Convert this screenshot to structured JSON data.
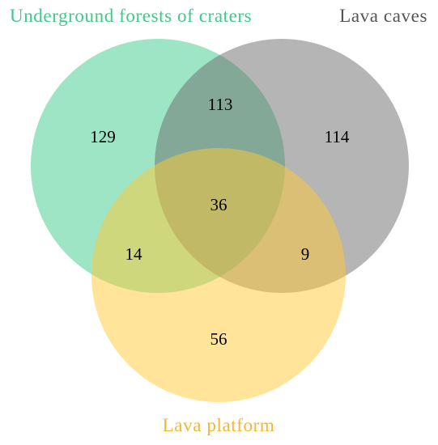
{
  "venn": {
    "sets": [
      {
        "key": "forests",
        "name": "Underground forests of craters",
        "color": "#3ccc8a",
        "label_color": "#3fc98a"
      },
      {
        "key": "caves",
        "name": "Lava caves",
        "color": "#6b6b6b",
        "label_color": "#555555"
      },
      {
        "key": "platform",
        "name": "Lava platform",
        "color": "#ffc933",
        "label_color": "#f5b731"
      }
    ],
    "regions": {
      "forests_only": "129",
      "caves_only": "114",
      "platform_only": "56",
      "forests_caves": "113",
      "forests_platform": "14",
      "caves_platform": "9",
      "all_three": "36"
    }
  }
}
